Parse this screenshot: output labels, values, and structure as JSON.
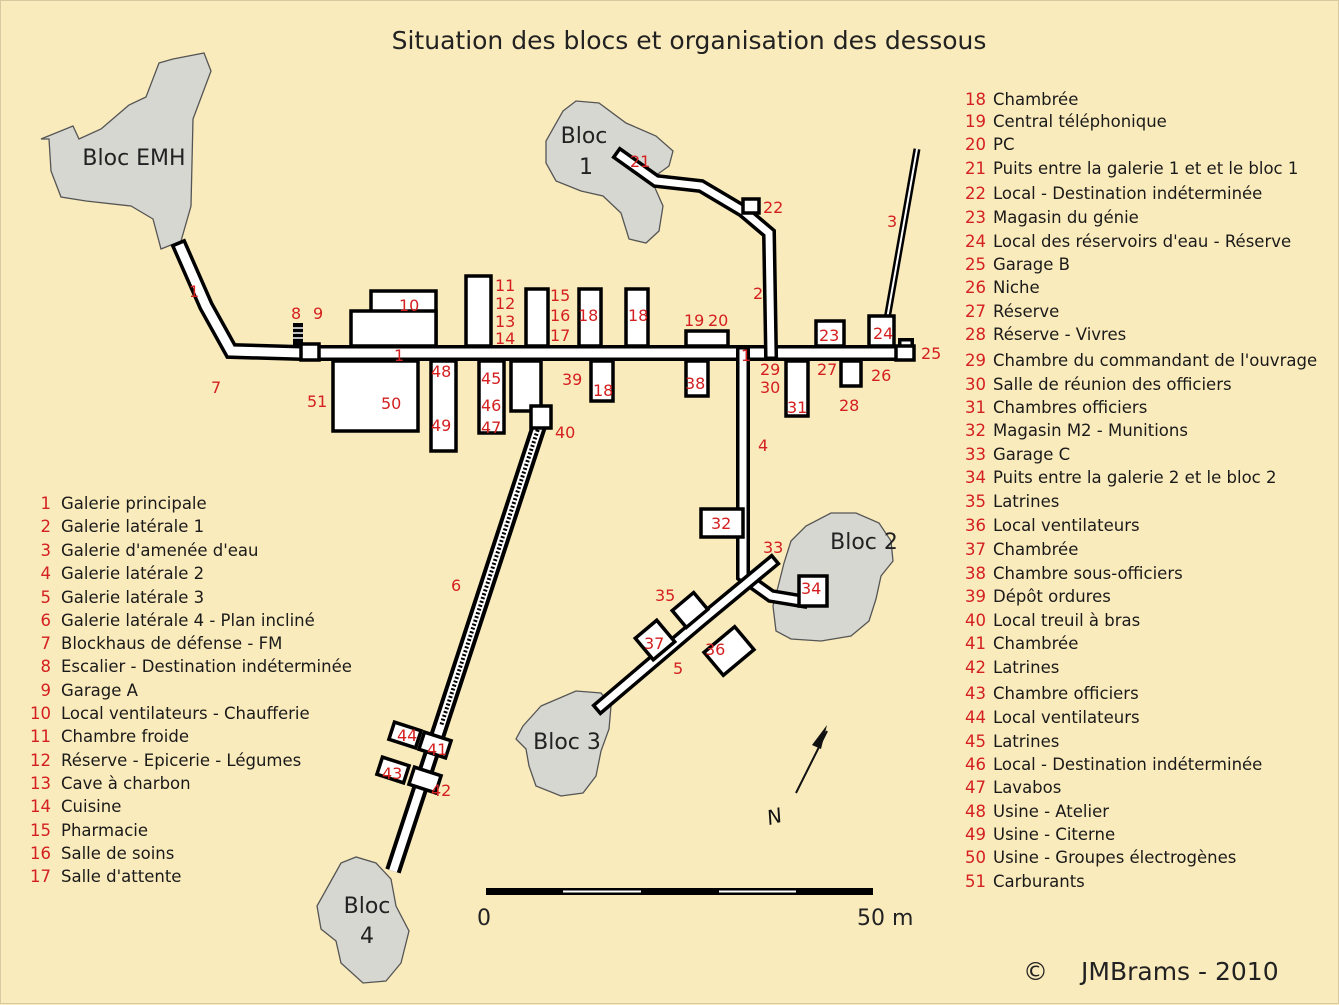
{
  "title": "Situation des blocs et organisation des dessous",
  "blocs": [
    {
      "id": "emh",
      "l1": "Bloc EMH",
      "l2": ""
    },
    {
      "id": "b1",
      "l1": "Bloc",
      "l2": "1"
    },
    {
      "id": "b2",
      "l1": "Bloc 2",
      "l2": ""
    },
    {
      "id": "b3",
      "l1": "Bloc 3",
      "l2": ""
    },
    {
      "id": "b4",
      "l1": "Bloc",
      "l2": "4"
    }
  ],
  "legend_left": [
    {
      "n": "1",
      "t": "Galerie principale"
    },
    {
      "n": "2",
      "t": "Galerie latérale 1"
    },
    {
      "n": "3",
      "t": "Galerie d'amenée d'eau"
    },
    {
      "n": "4",
      "t": "Galerie latérale 2"
    },
    {
      "n": "5",
      "t": "Galerie latérale 3"
    },
    {
      "n": "6",
      "t": "Galerie latérale 4 - Plan incliné"
    },
    {
      "n": "7",
      "t": "Blockhaus de défense - FM"
    },
    {
      "n": "8",
      "t": "Escalier - Destination indéterminée"
    },
    {
      "n": "9",
      "t": "Garage A"
    },
    {
      "n": "10",
      "t": "Local  ventilateurs  - Chaufferie"
    },
    {
      "n": "11",
      "t": "Chambre froide"
    },
    {
      "n": "12",
      "t": "Réserve  - Epicerie - Légumes"
    },
    {
      "n": "13",
      "t": "Cave à charbon"
    },
    {
      "n": "14",
      "t": "Cuisine"
    },
    {
      "n": "15",
      "t": "Pharmacie"
    },
    {
      "n": "16",
      "t": "Salle de soins"
    },
    {
      "n": "17",
      "t": "Salle d'attente"
    }
  ],
  "legend_right": [
    {
      "n": "18",
      "t": "Chambrée"
    },
    {
      "n": "19",
      "t": "Central téléphonique"
    },
    {
      "n": "20",
      "t": "PC"
    },
    {
      "n": "21",
      "t": "Puits entre la galerie 1 et et le bloc 1"
    },
    {
      "n": "22",
      "t": "Local  - Destination indéterminée"
    },
    {
      "n": "23",
      "t": "Magasin du génie"
    },
    {
      "n": "24",
      "t": "Local des réservoirs d'eau - Réserve"
    },
    {
      "n": "25",
      "t": "Garage B"
    },
    {
      "n": "26",
      "t": "Niche"
    },
    {
      "n": "27",
      "t": "Réserve"
    },
    {
      "n": "28",
      "t": "Réserve - Vivres"
    },
    {
      "n": "29",
      "t": "Chambre du commandant de l'ouvrage"
    },
    {
      "n": "30",
      "t": "Salle de réunion des officiers"
    },
    {
      "n": "31",
      "t": "Chambres officiers"
    },
    {
      "n": "32",
      "t": "Magasin M2 - Munitions"
    },
    {
      "n": "33",
      "t": "Garage C"
    },
    {
      "n": "34",
      "t": "Puits entre la galerie 2 et le bloc 2"
    },
    {
      "n": "35",
      "t": "Latrines"
    },
    {
      "n": "36",
      "t": "Local ventilateurs"
    },
    {
      "n": "37",
      "t": "Chambrée"
    },
    {
      "n": "38",
      "t": "Chambre sous-officiers"
    },
    {
      "n": "39",
      "t": "Dépôt ordures"
    },
    {
      "n": "40",
      "t": "Local treuil à bras"
    },
    {
      "n": "41",
      "t": "Chambrée"
    },
    {
      "n": "42",
      "t": "Latrines"
    },
    {
      "n": "43",
      "t": "Chambre officiers"
    },
    {
      "n": "44",
      "t": "Local ventilateurs"
    },
    {
      "n": "45",
      "t": "Latrines"
    },
    {
      "n": "46",
      "t": "Local - Destination indéterminée"
    },
    {
      "n": "47",
      "t": "Lavabos"
    },
    {
      "n": "48",
      "t": "Usine - Atelier"
    },
    {
      "n": "49",
      "t": "Usine - Citerne"
    },
    {
      "n": "50",
      "t": "Usine - Groupes électrogènes"
    },
    {
      "n": "51",
      "t": "Carburants"
    }
  ],
  "map_numbers": [
    "1",
    "1",
    "1",
    "2",
    "3",
    "4",
    "5",
    "6",
    "7",
    "8",
    "9",
    "10",
    "11",
    "12",
    "13",
    "14",
    "15",
    "16",
    "17",
    "18",
    "18",
    "18",
    "19",
    "20",
    "21",
    "22",
    "23",
    "24",
    "25",
    "26",
    "27",
    "28",
    "29",
    "30",
    "31",
    "32",
    "33",
    "34",
    "35",
    "36",
    "37",
    "38",
    "39",
    "40",
    "41",
    "42",
    "43",
    "44",
    "45",
    "46",
    "47",
    "48",
    "49",
    "50",
    "51"
  ],
  "scale": {
    "start": "0",
    "end": "50 m",
    "length_m": 50
  },
  "north": {
    "label": "N"
  },
  "credit": {
    "symbol": "©",
    "text": "JMBrams - 2010"
  },
  "colors": {
    "background": "#faebbc",
    "numbers": "#d42020",
    "bloc_fill": "#d7d7d2",
    "gallery": "#000000"
  }
}
